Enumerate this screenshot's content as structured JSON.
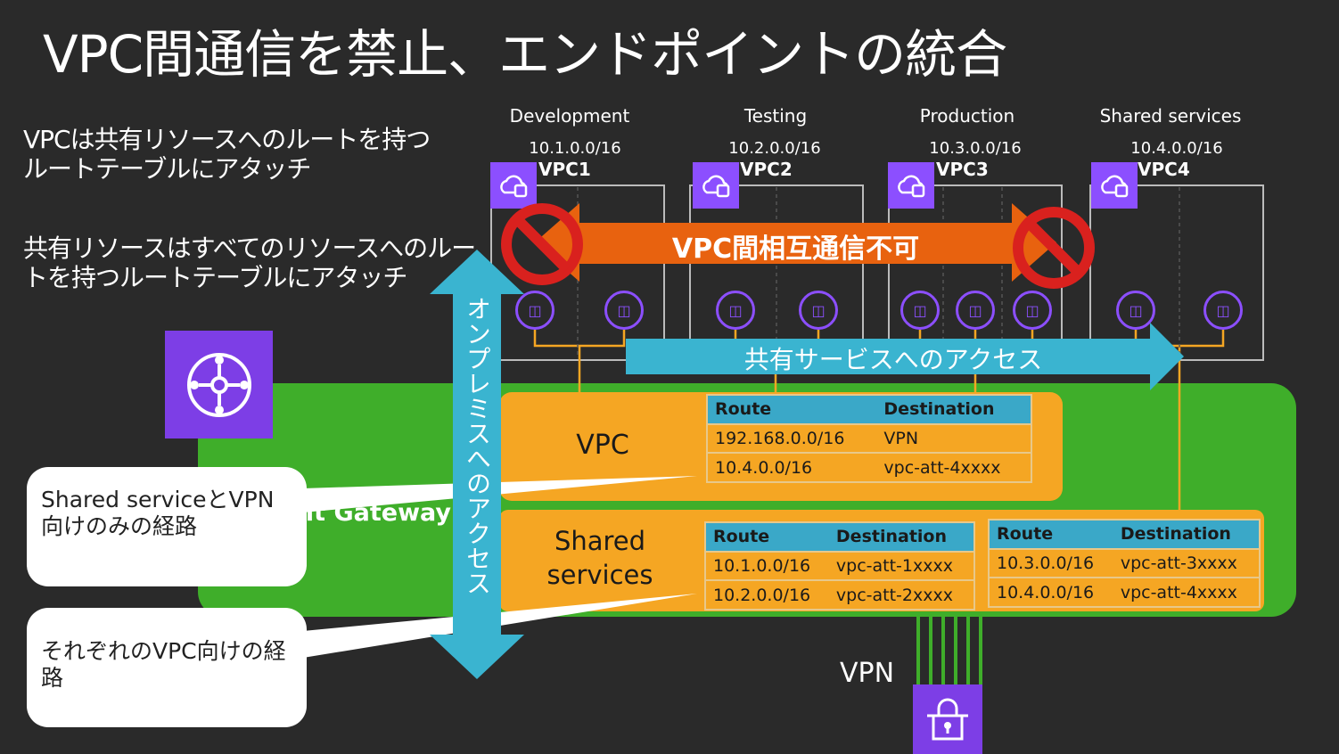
{
  "title": "VPC間通信を禁止、エンドポイントの統合",
  "left_text": {
    "line1a": "VPCは共有リソースへのルートを持つ",
    "line1b": "ルートテーブルにアタッチ",
    "line2a": "共有リソースはすべてのリソースへのルー",
    "line2b": "トを持つルートテーブルにアタッチ"
  },
  "vpcs": [
    {
      "env": "Development",
      "cidr": "10.1.0.0/16",
      "name": "VPC1"
    },
    {
      "env": "Testing",
      "cidr": "10.2.0.0/16",
      "name": "VPC2"
    },
    {
      "env": "Production",
      "cidr": "10.3.0.0/16",
      "name": "VPC3"
    },
    {
      "env": "Shared services",
      "cidr": "10.4.0.0/16",
      "name": "VPC4"
    }
  ],
  "arrows": {
    "no_inter_vpc": "VPC間相互通信不可",
    "shared_access": "共有サービスへのアクセス",
    "onprem_access": "オンプレミスへのアクセス"
  },
  "tgw_label": "Transit Gateway",
  "vpc_route_table": {
    "label": "VPC",
    "headers": [
      "Route",
      "Destination"
    ],
    "rows": [
      [
        "192.168.0.0/16",
        "VPN"
      ],
      [
        "10.4.0.0/16",
        "vpc-att-4xxxx"
      ]
    ]
  },
  "shared_route_table": {
    "label": "Shared services",
    "label_line1": "Shared",
    "label_line2": "services",
    "left": {
      "headers": [
        "Route",
        "Destination"
      ],
      "rows": [
        [
          "10.1.0.0/16",
          "vpc-att-1xxxx"
        ],
        [
          "10.2.0.0/16",
          "vpc-att-2xxxx"
        ]
      ]
    },
    "right": {
      "headers": [
        "Route",
        "Destination"
      ],
      "rows": [
        [
          "10.3.0.0/16",
          "vpc-att-3xxxx"
        ],
        [
          "10.4.0.0/16",
          "vpc-att-4xxxx"
        ]
      ]
    }
  },
  "callouts": {
    "c1_line1": "Shared serviceとVPN",
    "c1_line2": "向けのみの経路",
    "c2_line1": "それぞれのVPC向けの経",
    "c2_line2": "路"
  },
  "vpn_label": "VPN",
  "colors": {
    "purple": "#8c4fff",
    "orange": "#f5a623",
    "green": "#3fae2a",
    "teal": "#3ab4d0",
    "red": "#d9211e",
    "darkorange": "#e8620f"
  }
}
